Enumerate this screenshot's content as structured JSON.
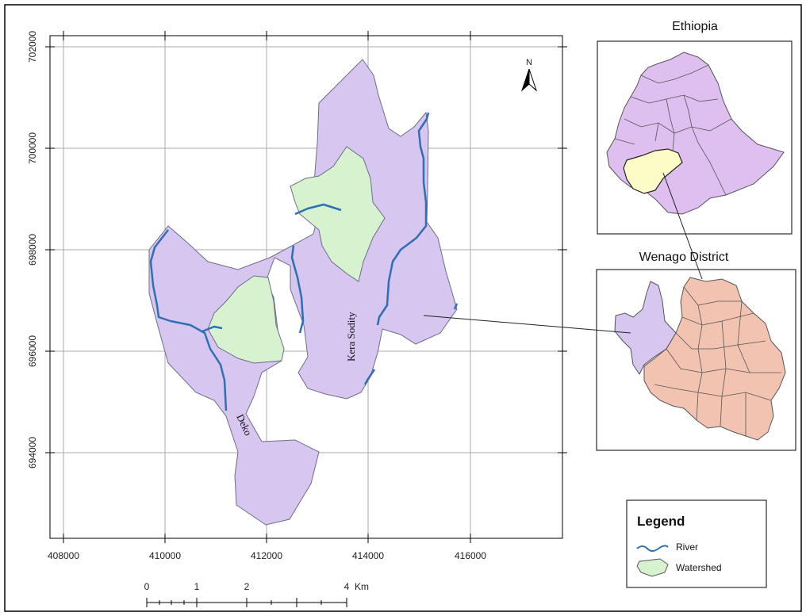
{
  "main_map": {
    "x_ticks": [
      "408000",
      "410000",
      "412000",
      "414000",
      "416000"
    ],
    "y_ticks": [
      "702000",
      "700000",
      "698000",
      "696000",
      "694000"
    ],
    "river_labels": [
      "Kera Sodity",
      "Deko"
    ],
    "north_arrow_label": "N"
  },
  "scale_bar": {
    "labels": [
      "0",
      "1",
      "2",
      "4"
    ],
    "unit": "Km"
  },
  "inset_ethiopia": {
    "title": "Ethiopia"
  },
  "inset_district": {
    "title": "Wenago District"
  },
  "legend": {
    "title": "Legend",
    "items": [
      {
        "label": "River",
        "symbol": "river-line"
      },
      {
        "label": "Watershed",
        "symbol": "watershed-patch"
      }
    ]
  },
  "colors": {
    "watershed_fill": "#d7c6f0",
    "sub_watershed_fill": "#d6f2cf",
    "river": "#2f6fb5",
    "ethiopia_fill": "#dfbff0",
    "highlight_fill": "#fdfcc6",
    "district_fill": "#f2c3b0",
    "grid": "#a8a8a8"
  }
}
